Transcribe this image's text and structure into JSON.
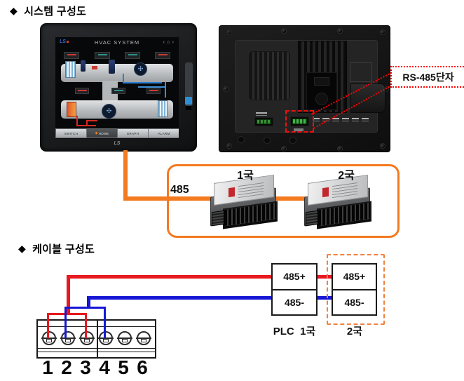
{
  "colors": {
    "cable_orange": "#f47a20",
    "wire_red": "#e8191f",
    "wire_blue": "#1717d6",
    "callout_red": "#ff0000",
    "station2_dashed_orange": "#f08240"
  },
  "headings": {
    "system": {
      "bullet": "◆",
      "text": "시스템 구성도"
    },
    "cable": {
      "bullet": "◆",
      "text": "케이블 구성도"
    }
  },
  "hmi_front": {
    "screen": {
      "logo": "LS",
      "title": "HVAC SYSTEM",
      "nav_prev": "‹",
      "nav_home": "⌂",
      "nav_next": "›",
      "buttons": [
        "SWITCH",
        "HOME",
        "GRAPH",
        "ALARM"
      ]
    },
    "bezel_logo": "LS"
  },
  "callout": {
    "label": "RS-485단자"
  },
  "system_diagram": {
    "bus_label": "485",
    "stations": [
      {
        "label": "1국"
      },
      {
        "label": "2국"
      }
    ]
  },
  "cable_diagram": {
    "terminal_numbers": [
      "1",
      "2",
      "3",
      "4",
      "5",
      "6"
    ],
    "plc1": {
      "caption": "PLC  1국",
      "terminals": [
        "485+",
        "485-"
      ]
    },
    "plc2": {
      "caption": "2국",
      "terminals": [
        "485+",
        "485-"
      ]
    }
  }
}
